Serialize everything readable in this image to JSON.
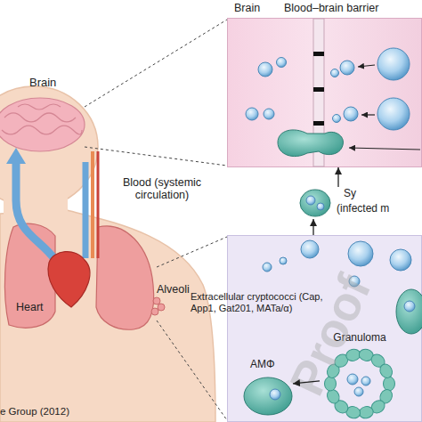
{
  "diagram": {
    "nodes": [
      {
        "text": [
          "Brain",
          "Blood–brain barrier"
        ]
      },
      {
        "text": [
          "Sy",
          "(infected m"
        ]
      },
      {
        "text": [
          "Extracellular cryptococci (Cap, App1, Gat201, MATa/α)"
        ]
      },
      {
        "text": [
          "Granuloma"
        ],
        "in": 2
      },
      {
        "text": [
          "AMΦ"
        ],
        "in": 2
      }
    ],
    "edges": [
      {
        "from": 2,
        "to": 1,
        "arrow": "to"
      },
      {
        "from": 1,
        "to": 0,
        "arrow": "to"
      },
      {
        "from": 3,
        "to": 4,
        "arrow": "to"
      }
    ],
    "labels": [
      "Brain",
      "Blood (systemic circulation)",
      "Heart",
      "Alveoli",
      "e Group (2012)",
      "Proof"
    ]
  }
}
